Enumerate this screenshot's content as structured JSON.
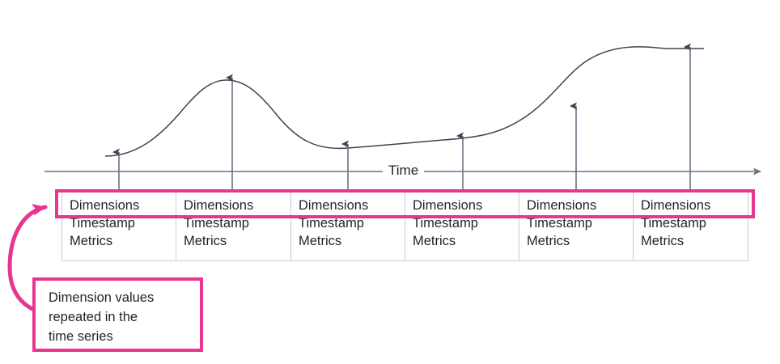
{
  "diagram": {
    "axis": {
      "label": "Time",
      "line_color": "#6b7280"
    },
    "curve": {
      "color": "#3d4450",
      "description": "time-series trend curve"
    },
    "accent_color": "#e8368f",
    "box_border_color": "#c9ccd1",
    "records": [
      {
        "dimensions": "Dimensions",
        "timestamp": "Timestamp",
        "metrics": "Metrics"
      },
      {
        "dimensions": "Dimensions",
        "timestamp": "Timestamp",
        "metrics": "Metrics"
      },
      {
        "dimensions": "Dimensions",
        "timestamp": "Timestamp",
        "metrics": "Metrics"
      },
      {
        "dimensions": "Dimensions",
        "timestamp": "Timestamp",
        "metrics": "Metrics"
      },
      {
        "dimensions": "Dimensions",
        "timestamp": "Timestamp",
        "metrics": "Metrics"
      },
      {
        "dimensions": "Dimensions",
        "timestamp": "Timestamp",
        "metrics": "Metrics"
      }
    ],
    "callout": {
      "line1": "Dimension values",
      "line2": "repeated in the",
      "line3": "time series"
    }
  },
  "chart_data": {
    "type": "line",
    "title": "",
    "xlabel": "Time",
    "ylabel": "",
    "grid": false,
    "legend": null,
    "x": [
      1,
      2,
      3,
      4,
      5,
      6
    ],
    "values": [
      193,
      99,
      182,
      172,
      136,
      60
    ],
    "annotations": [
      "Dimension values repeated in the time series"
    ]
  }
}
